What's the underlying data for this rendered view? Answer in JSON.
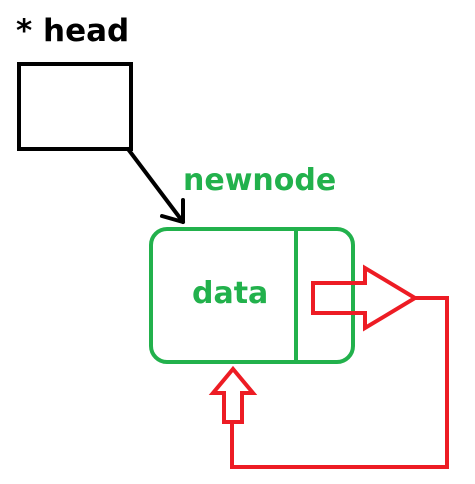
{
  "labels": {
    "head": "* head",
    "newnode": "newnode",
    "data": "data"
  },
  "colors": {
    "head": "#000000",
    "node": "#22b14c",
    "arrow": "#ed1c24",
    "pointer": "#000000",
    "background": "#ffffff"
  }
}
